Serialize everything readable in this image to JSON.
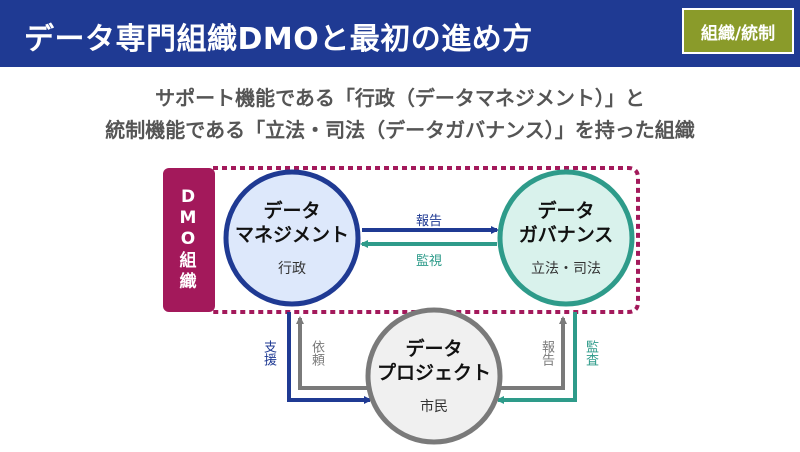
{
  "header": {
    "title": "データ専門組織DMOと最初の進め方",
    "tag": "組織/統制"
  },
  "subtitle": {
    "line1": "サポート機能である「行政（データマネジメント）」と",
    "line2": "統制機能である「立法・司法（データガバナンス）」を持った組織"
  },
  "dmo": {
    "label_line1": "D",
    "label_line2": "M",
    "label_line3": "O",
    "label_line4": "組",
    "label_line5": "織"
  },
  "nodes": {
    "management": {
      "line1": "データ",
      "line2": "マネジメント",
      "sub": "行政"
    },
    "governance": {
      "line1": "データ",
      "line2": "ガバナンス",
      "sub": "立法・司法"
    },
    "project": {
      "line1": "データ",
      "line2": "プロジェクト",
      "sub": "市民"
    }
  },
  "edges": {
    "report_top": "報告",
    "monitor": "監視",
    "support": "支援",
    "request": "依頼",
    "report_bottom": "報告",
    "audit": "監査"
  },
  "colors": {
    "header": "#1f3a93",
    "tag": "#8a9b2a",
    "dmo": "#a3195b",
    "management": "#1f3a93",
    "governance": "#2e9b8a",
    "project": "#7a7a7a"
  }
}
